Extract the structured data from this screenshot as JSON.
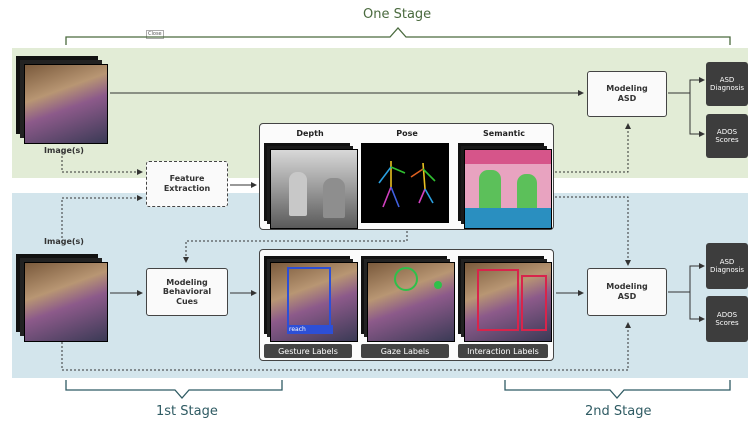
{
  "title_top": "One Stage",
  "title_first": "1st Stage",
  "title_second": "2nd Stage",
  "close_label": "Close",
  "images_label": "Image(s)",
  "feature_extraction": "Feature\nExtraction",
  "modeling_asd": "Modeling\nASD",
  "modeling_behavioral": "Modeling\nBehavioral\nCues",
  "asd_diagnosis": "ASD\nDiagnosis",
  "ados_scores": "ADOS\nScores",
  "feature_headers": [
    "Depth",
    "Pose",
    "Semantic"
  ],
  "behavior_labels": [
    "Gesture Labels",
    "Gaze Labels",
    "Interaction Labels"
  ],
  "reach_tag": "reach",
  "colors": {
    "top_band": "#e2ecd6",
    "bottom_band": "#d3e5ec",
    "gesture": "#2d4fd6",
    "gaze": "#2ec04a",
    "interaction": "#d8244b"
  },
  "icons": [
    "arrow-icon",
    "brace-icon"
  ]
}
